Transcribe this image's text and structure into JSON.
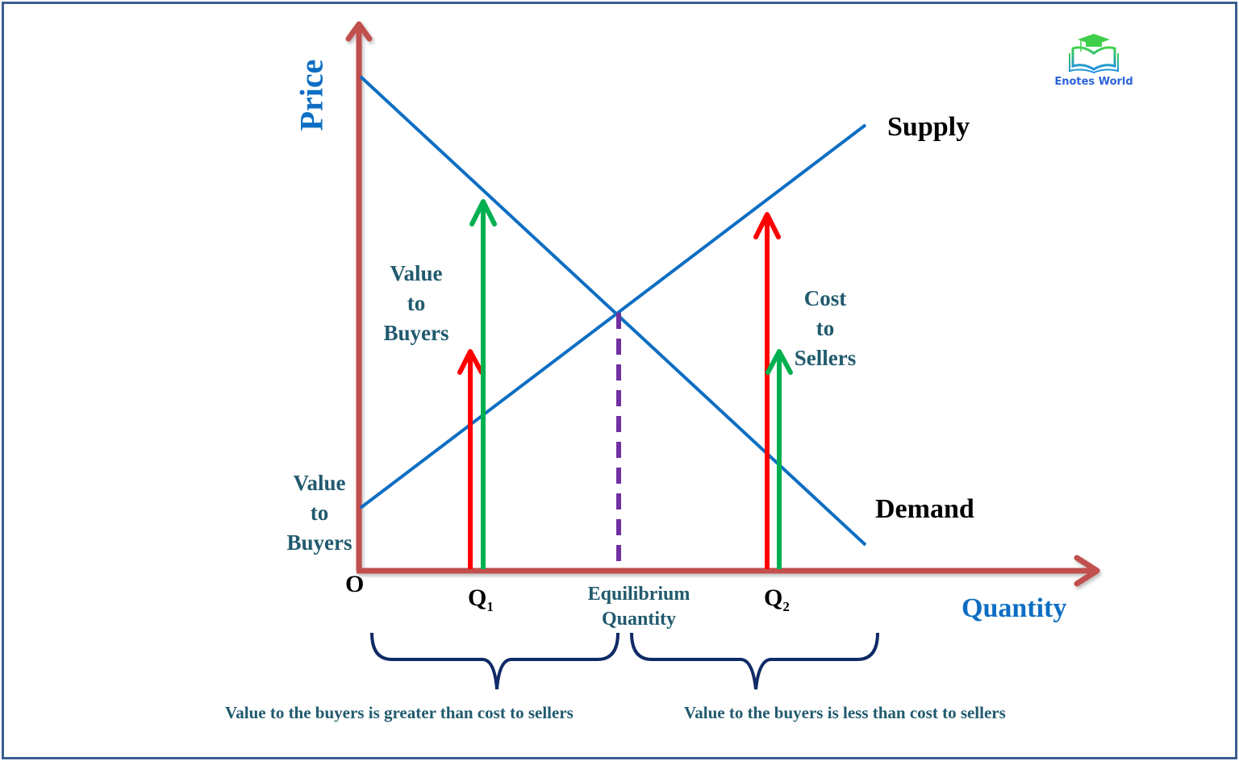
{
  "logo": {
    "text": "Enotes World",
    "icon": "graduation-book-icon"
  },
  "axes": {
    "y_label": "Price",
    "x_label": "Quantity",
    "origin": "O",
    "axis_color": "#c0504d"
  },
  "curves": {
    "supply_label": "Supply",
    "demand_label": "Demand",
    "curve_color": "#0d6ec3"
  },
  "ticks": {
    "q1": "Q",
    "q1_sub": "1",
    "q2": "Q",
    "q2_sub": "2",
    "equilibrium_line1": "Equilibrium",
    "equilibrium_line2": "Quantity"
  },
  "annotations": {
    "value_to_buyers_left": [
      "Value",
      "to",
      "Buyers"
    ],
    "value_to_buyers_mid": [
      "Value",
      "to",
      "Buyers"
    ],
    "cost_to_sellers": [
      "Cost",
      "to",
      "Sellers"
    ],
    "bottom_left": "Value to the buyers is greater than cost to sellers",
    "bottom_right": "Value to the buyers is less than cost to sellers"
  },
  "colors": {
    "value_arrow": "#00b050",
    "cost_arrow": "#ff0000",
    "equilibrium_dash": "#7030a0",
    "brace": "#0f2a66",
    "frame": "#3a5f8f",
    "text_teal": "#215a6e"
  },
  "chart_data": {
    "type": "line",
    "title": "",
    "xlabel": "Quantity",
    "ylabel": "Price",
    "series": [
      {
        "name": "Supply",
        "x": [
          0,
          10
        ],
        "y": [
          1.2,
          8.8
        ]
      },
      {
        "name": "Demand",
        "x": [
          0,
          10
        ],
        "y": [
          9.5,
          0.5
        ]
      }
    ],
    "markers": [
      {
        "label": "Q1",
        "value_to_buyers": 7.2,
        "cost_to_sellers": 4.4
      },
      {
        "label": "Equilibrium Quantity",
        "price": 5.0
      },
      {
        "label": "Q2",
        "value_to_buyers": 4.3,
        "cost_to_sellers": 7.0
      }
    ],
    "annotations": [
      "Value to the buyers is greater than cost to sellers",
      "Value to the buyers is less than cost to sellers"
    ],
    "grid": false
  }
}
